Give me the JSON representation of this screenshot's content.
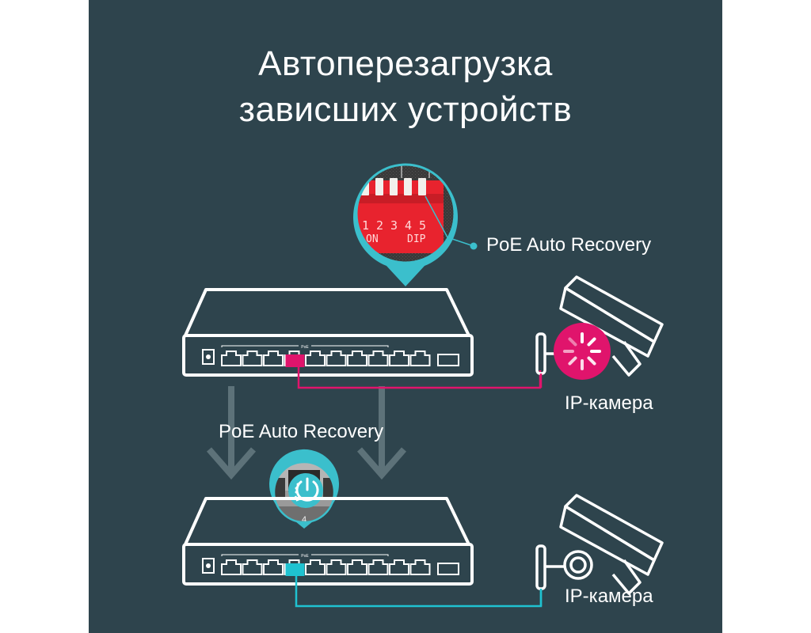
{
  "title": {
    "line1": "Автоперезагрузка",
    "line2": "зависших устройств"
  },
  "dip_switch_inset": {
    "numbers": [
      "1",
      "2",
      "3",
      "4",
      "5"
    ],
    "on_label": "ON",
    "dip_label": "DIP",
    "callout_label": "PoE Auto Recovery"
  },
  "top_scenario": {
    "switch": {
      "poe_bracket_label": "PoE",
      "port_count": 10,
      "poe_port_count": 8,
      "highlighted_port": 4,
      "highlight_color": "#e0146c"
    },
    "camera": {
      "label": "IP-камера",
      "state": "loading/hung",
      "status_icon": "loading-spinner-icon",
      "status_color": "#e0146c"
    },
    "cable_color": "#e0146c"
  },
  "transition": {
    "label": "PoE Auto Recovery",
    "arrow_icon": "arrow-down-icon"
  },
  "bottom_scenario": {
    "port_inset": {
      "port_number": "4",
      "icon": "power-restart-icon",
      "icon_color": "#3bbfcc"
    },
    "switch": {
      "poe_bracket_label": "PoE",
      "port_count": 10,
      "poe_port_count": 8,
      "highlighted_port": 4,
      "highlight_color": "#1fc2d1"
    },
    "camera": {
      "label": "IP-камера",
      "state": "working"
    },
    "cable_color": "#1fc2d1"
  },
  "colors": {
    "background": "#2e444d",
    "outline": "#ffffff",
    "accent_teal": "#3bbfcc",
    "accent_magenta": "#e0146c"
  }
}
